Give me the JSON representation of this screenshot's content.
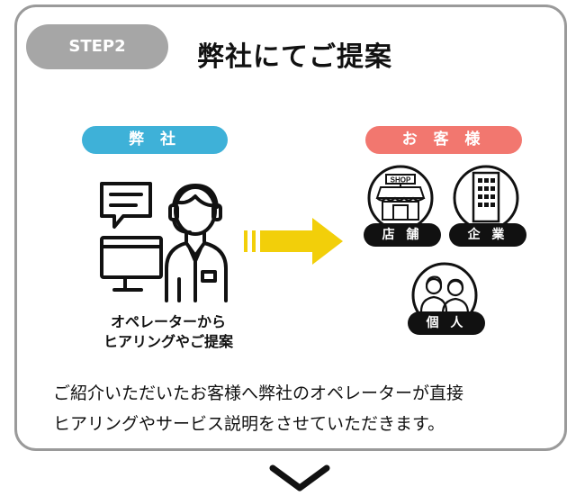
{
  "step": {
    "badge": "STEP2",
    "title": "弊社にてご提案"
  },
  "company": {
    "label": "弊 社",
    "operator_caption_line1": "オペレーターから",
    "operator_caption_line2": "ヒアリングやご提案"
  },
  "customer": {
    "label": "お 客 様",
    "store_label": "店 舗",
    "enterprise_label": "企 業",
    "individual_label": "個 人",
    "shop_sign": "SHOP"
  },
  "description": {
    "line1": "ご紹介いただいたお客様へ弊社のオペレーターが直接",
    "line2": "ヒアリングやサービス説明をさせていただきます。"
  },
  "colors": {
    "badge_bg": "#a6a6a6",
    "company_pill": "#3eb1d8",
    "customer_pill": "#f2776f",
    "arrow": "#f2cf0a",
    "border": "#9a9a9a"
  },
  "icons": {
    "operator": "operator-headset-icon",
    "arrow": "arrow-right-icon",
    "store": "shop-icon",
    "enterprise": "building-icon",
    "individual": "people-icon",
    "next": "chevron-down-icon"
  }
}
